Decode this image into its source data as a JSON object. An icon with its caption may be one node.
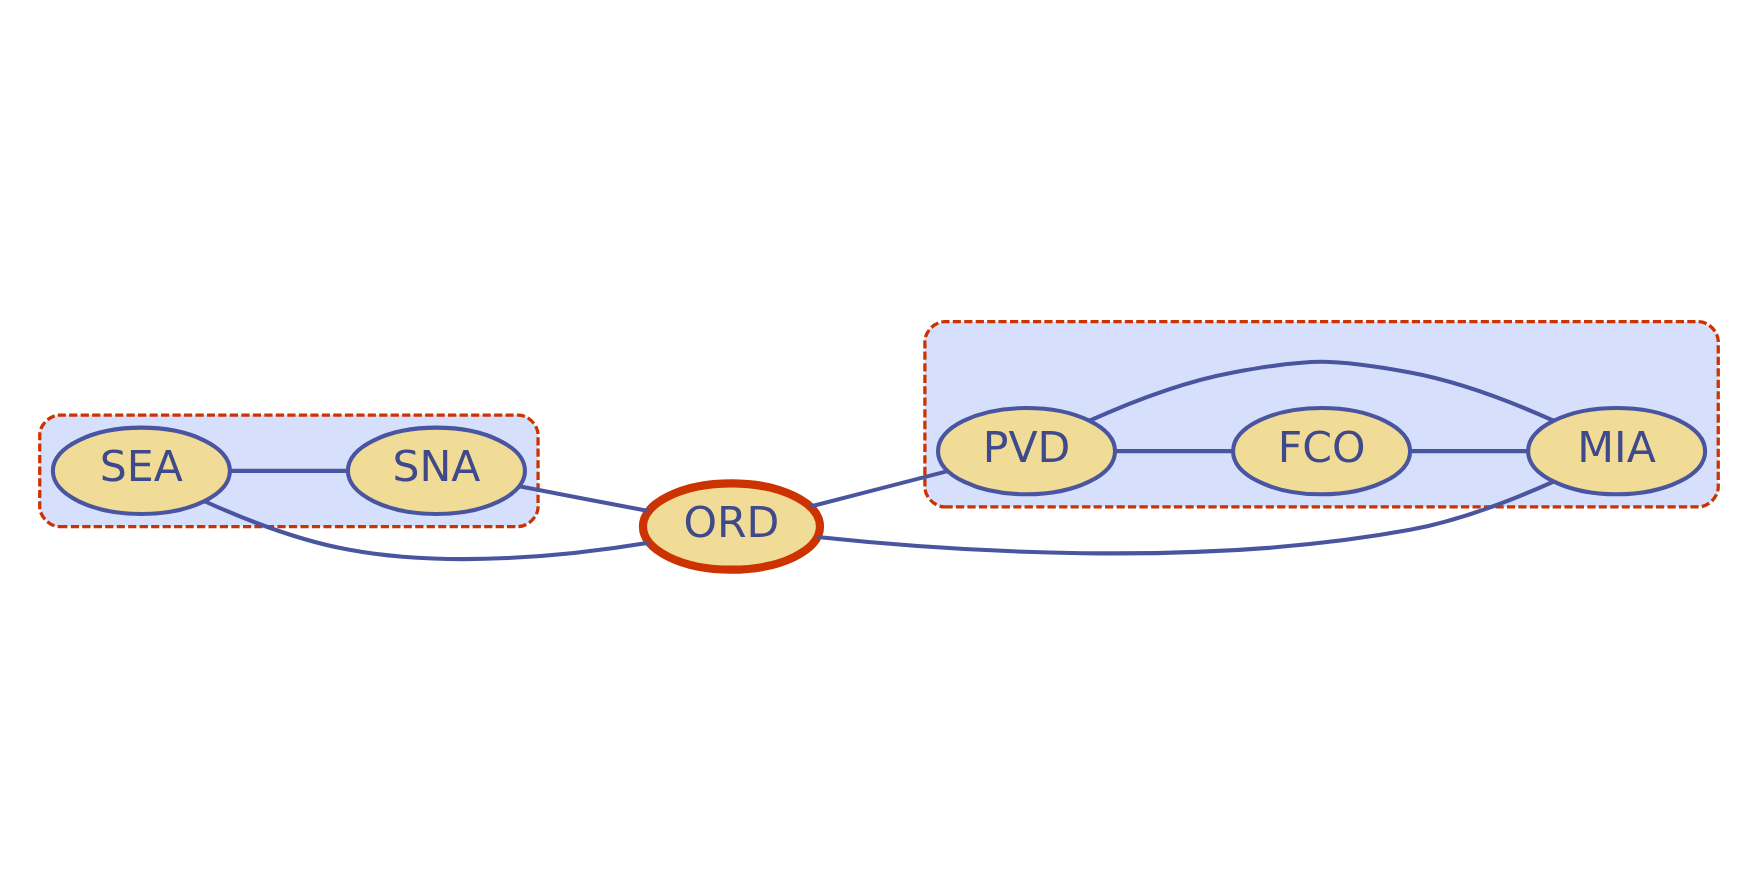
{
  "diagram": {
    "nodes": [
      {
        "text": [],
        "shape": "cloud"
      },
      {
        "text": [
          "SEA"
        ],
        "in": 0
      },
      {
        "text": [
          "SNA"
        ],
        "in": 0
      },
      {
        "text": [
          "ORD"
        ]
      },
      {
        "text": [],
        "shape": "cloud"
      },
      {
        "text": [
          "PVD"
        ],
        "in": 4
      },
      {
        "text": [
          "FCO"
        ],
        "in": 4
      },
      {
        "text": [
          "MIA"
        ],
        "in": 4
      }
    ],
    "edges": [
      {
        "from": 1,
        "to": 3,
        "arrow": "none"
      },
      {
        "from": 1,
        "to": 2,
        "arrow": "none"
      },
      {
        "from": 2,
        "to": 3,
        "arrow": "none"
      },
      {
        "from": 3,
        "to": 5,
        "arrow": "none"
      },
      {
        "from": 3,
        "to": 7,
        "arrow": "none"
      },
      {
        "from": 5,
        "to": 7,
        "arrow": "none"
      },
      {
        "from": 5,
        "to": 6,
        "arrow": "none"
      },
      {
        "from": 6,
        "to": 7,
        "arrow": "none"
      }
    ]
  }
}
